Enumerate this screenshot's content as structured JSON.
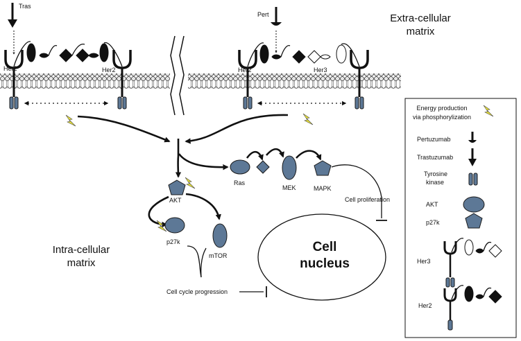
{
  "receptors": {
    "tras_label": "Tras",
    "pert_label": "Pert",
    "her2_left_a": "Her2",
    "her2_left_b": "Her2",
    "her2_right": "Her2",
    "her3_right": "Her3"
  },
  "regions": {
    "extracellular_line1": "Extra-cellular",
    "extracellular_line2": "matrix",
    "intracellular_line1": "Intra-cellular",
    "intracellular_line2": "matrix"
  },
  "pathway": {
    "ras": "Ras",
    "mek": "MEK",
    "mapk": "MAPK",
    "akt": "AKT",
    "p27k": "p27k",
    "mtor": "mTOR",
    "cell_proliferation": "Cell proliferation",
    "cell_cycle_progression": "Cell cycle progression",
    "nucleus_line1": "Cell",
    "nucleus_line2": "nucleus"
  },
  "legend": {
    "energy_line1": "Energy production",
    "energy_line2": "via phosphorylization",
    "pertuzumab": "Pertuzumab",
    "trastuzumab": "Trastuzumab",
    "tyrosine_line1": "Tyrosine",
    "tyrosine_line2": "kinase",
    "akt": "AKT",
    "p27k": "p27k",
    "her3": "Her3",
    "her2": "Her2"
  },
  "colors": {
    "node_fill": "#5d7896",
    "bolt_fill": "#e9e23b",
    "ink": "#111111"
  }
}
